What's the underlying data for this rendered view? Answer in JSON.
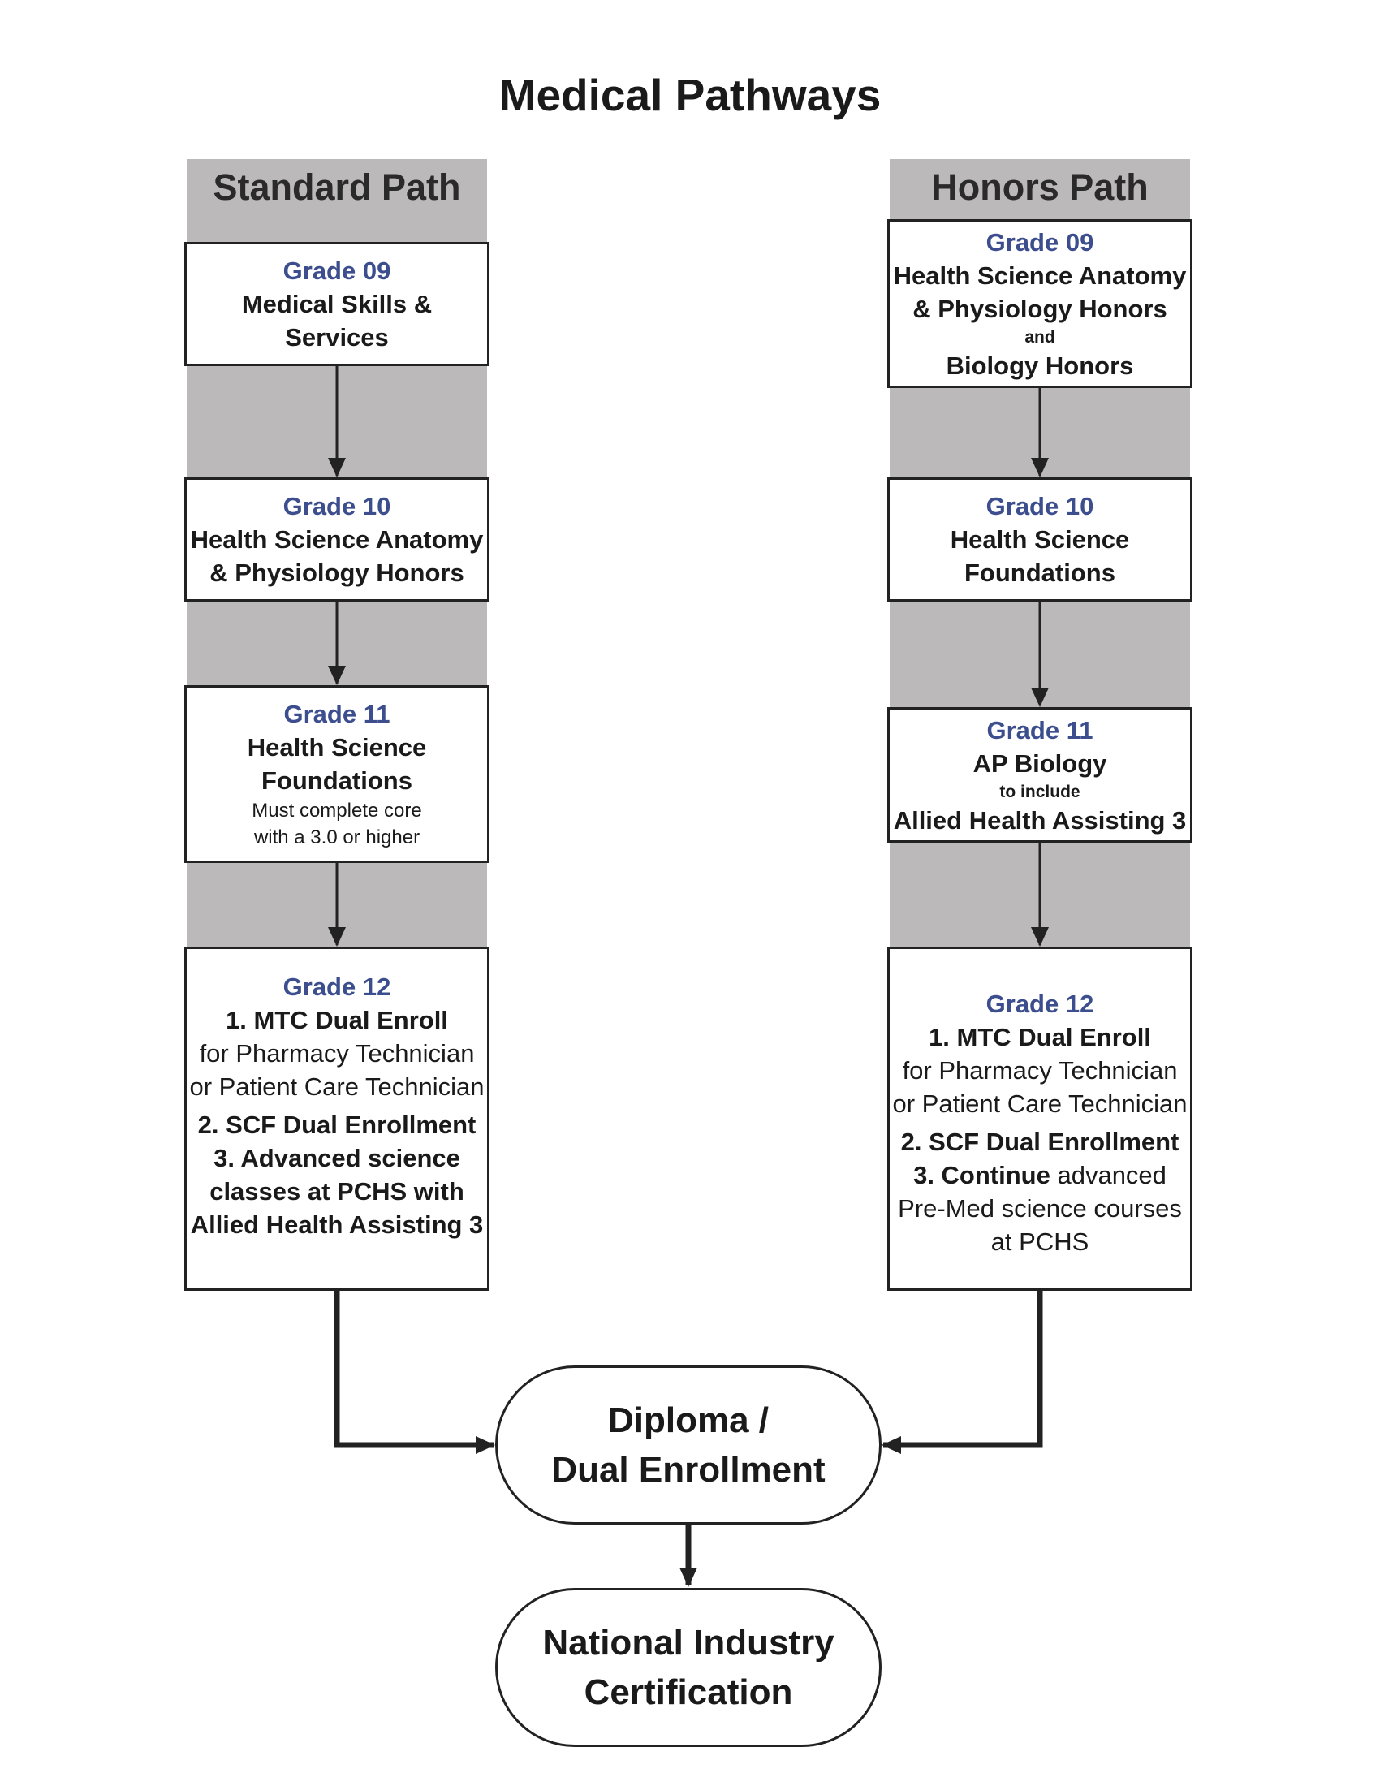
{
  "title": "Medical Pathways",
  "standard": {
    "header": "Standard Path",
    "g9": {
      "grade": "Grade 09",
      "line1": "Medical Skills &",
      "line2": "Services"
    },
    "g10": {
      "grade": "Grade 10",
      "line1": "Health Science Anatomy",
      "line2": "& Physiology Honors"
    },
    "g11": {
      "grade": "Grade 11",
      "line1": "Health Science",
      "line2": "Foundations",
      "note1": "Must complete core",
      "note2": "with a 3.0 or higher"
    },
    "g12": {
      "grade": "Grade 12",
      "item1_bold": "1. MTC Dual Enroll",
      "item1_l2": "for Pharmacy Technician",
      "item1_l3": "or Patient Care Technician",
      "item2": "2. SCF Dual Enrollment",
      "item3_l1": "3. Advanced science",
      "item3_l2": "classes at PCHS with",
      "item3_l3": "Allied Health Assisting 3"
    }
  },
  "honors": {
    "header": "Honors Path",
    "g9": {
      "grade": "Grade 09",
      "line1": "Health Science Anatomy",
      "line2": "& Physiology Honors",
      "and": "and",
      "line3": "Biology Honors"
    },
    "g10": {
      "grade": "Grade 10",
      "line1": "Health Science",
      "line2": "Foundations"
    },
    "g11": {
      "grade": "Grade 11",
      "line1": "AP Biology",
      "to_include": "to include",
      "line2": "Allied Health Assisting 3"
    },
    "g12": {
      "grade": "Grade 12",
      "item1_bold": "1. MTC Dual Enroll",
      "item1_l2": "for Pharmacy Technician",
      "item1_l3": "or Patient Care Technician",
      "item2": "2. SCF Dual Enrollment",
      "item3_bold": "3. Continue",
      "item3_rest": " advanced",
      "item3_l2": "Pre-Med science courses",
      "item3_l3": "at PCHS"
    }
  },
  "outcomes": {
    "diploma_l1": "Diploma /",
    "diploma_l2": "Dual Enrollment",
    "cert_l1": "National Industry",
    "cert_l2": "Certification"
  },
  "colors": {
    "grade_label": "#3c4e8e",
    "column_bg": "#bcb9ba",
    "border": "#222222"
  }
}
